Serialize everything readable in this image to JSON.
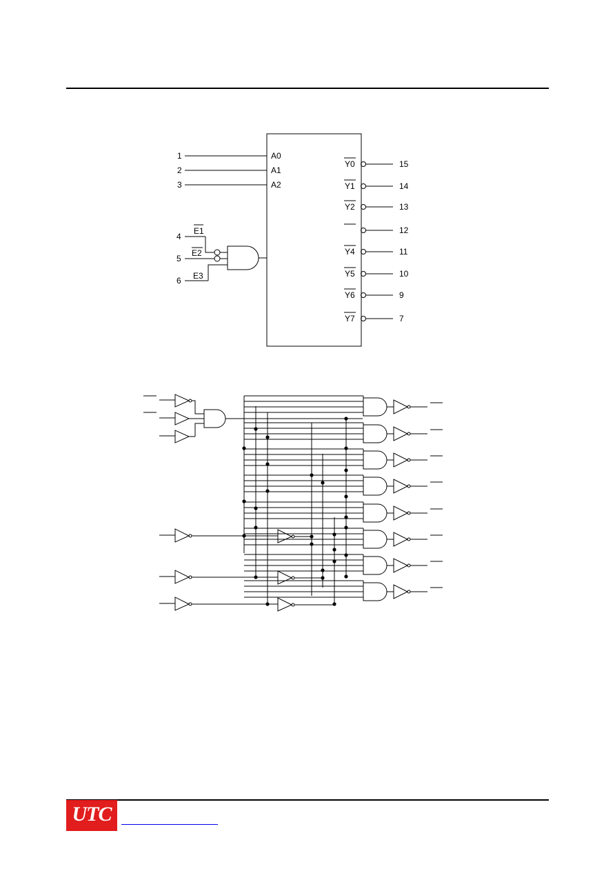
{
  "symbol": {
    "address_inputs": [
      {
        "pin": "1",
        "label": "A0"
      },
      {
        "pin": "2",
        "label": "A1"
      },
      {
        "pin": "3",
        "label": "A2"
      }
    ],
    "enable_inputs": [
      {
        "pin": "4",
        "label": "E1"
      },
      {
        "pin": "5",
        "label": "E2"
      },
      {
        "pin": "6",
        "label": "E3"
      }
    ],
    "outputs": [
      {
        "pin": "15",
        "label": "Y0"
      },
      {
        "pin": "14",
        "label": "Y1"
      },
      {
        "pin": "13",
        "label": "Y2"
      },
      {
        "pin": "12",
        "label": ""
      },
      {
        "pin": "11",
        "label": "Y4"
      },
      {
        "pin": "10",
        "label": "Y5"
      },
      {
        "pin": "9",
        "label": "Y6"
      },
      {
        "pin": "7",
        "label": "Y7"
      }
    ]
  },
  "footer": {
    "logo_text": "UTC",
    "brand_color": "#e11d1d",
    "link_color": "#0000ee"
  }
}
